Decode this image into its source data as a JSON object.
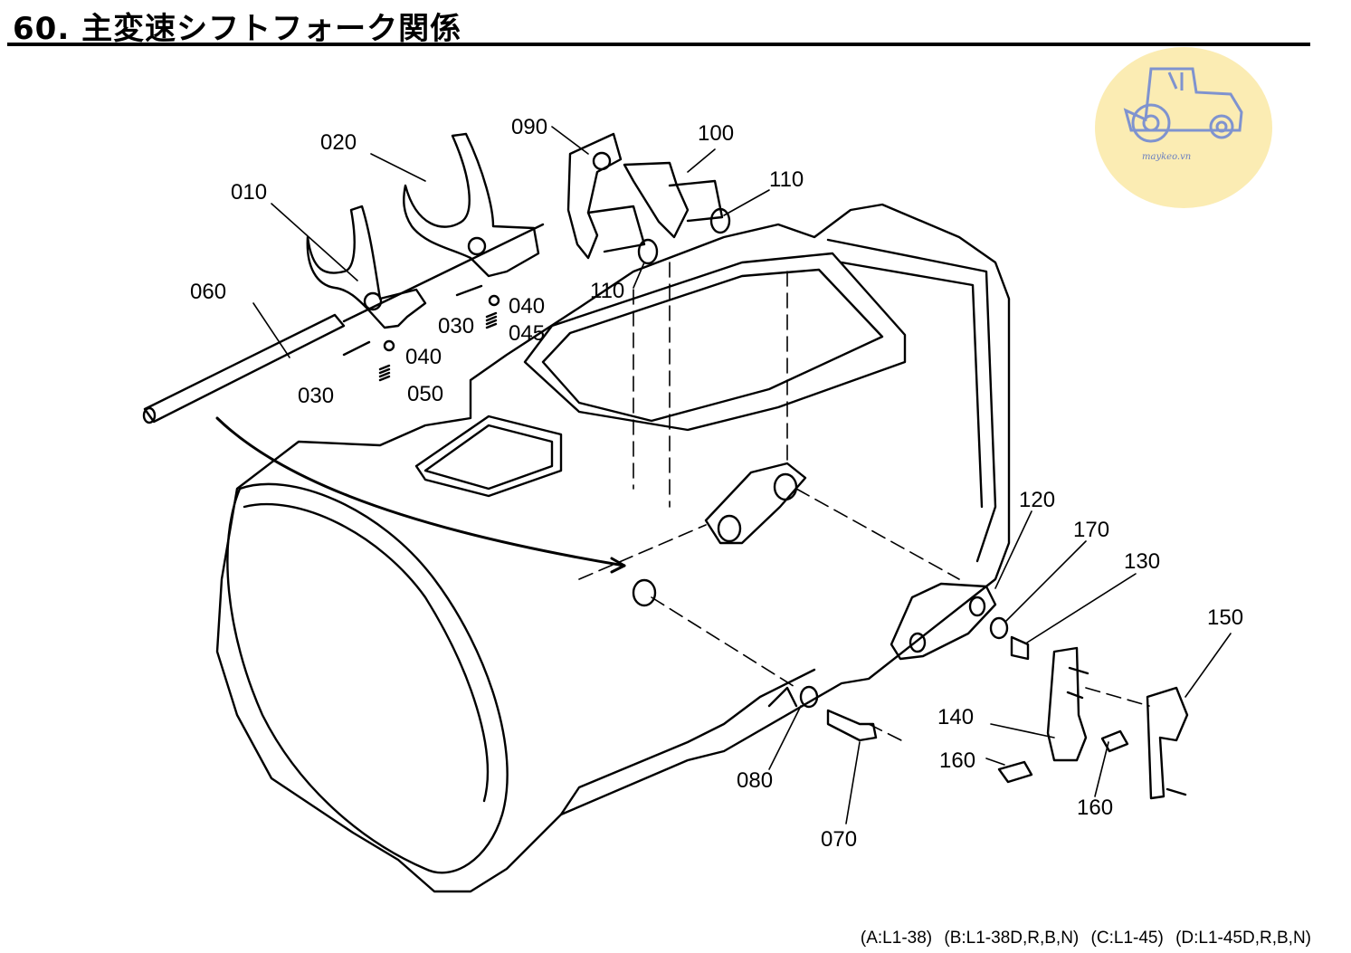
{
  "title": "60. 主変速シフトフォーク関係",
  "watermark": {
    "text": "maykeo.vn",
    "icon": "tractor-icon"
  },
  "labels": {
    "p010": "010",
    "p020": "020",
    "p030a": "030",
    "p030b": "030",
    "p040a": "040",
    "p040b": "040",
    "p045": "045",
    "p050": "050",
    "p060": "060",
    "p070": "070",
    "p080": "080",
    "p090": "090",
    "p100": "100",
    "p110a": "110",
    "p110b": "110",
    "p120": "120",
    "p130": "130",
    "p140": "140",
    "p150": "150",
    "p160a": "160",
    "p160b": "160",
    "p170": "170"
  },
  "footnote": [
    "(A:L1-38)",
    "(B:L1-38D,R,B,N)",
    "(C:L1-45)",
    "(D:L1-45D,R,B,N)"
  ],
  "colors": {
    "ink": "#000000",
    "watermark_bg": "#fbecb3",
    "watermark_ink": "#6a7fc0"
  }
}
